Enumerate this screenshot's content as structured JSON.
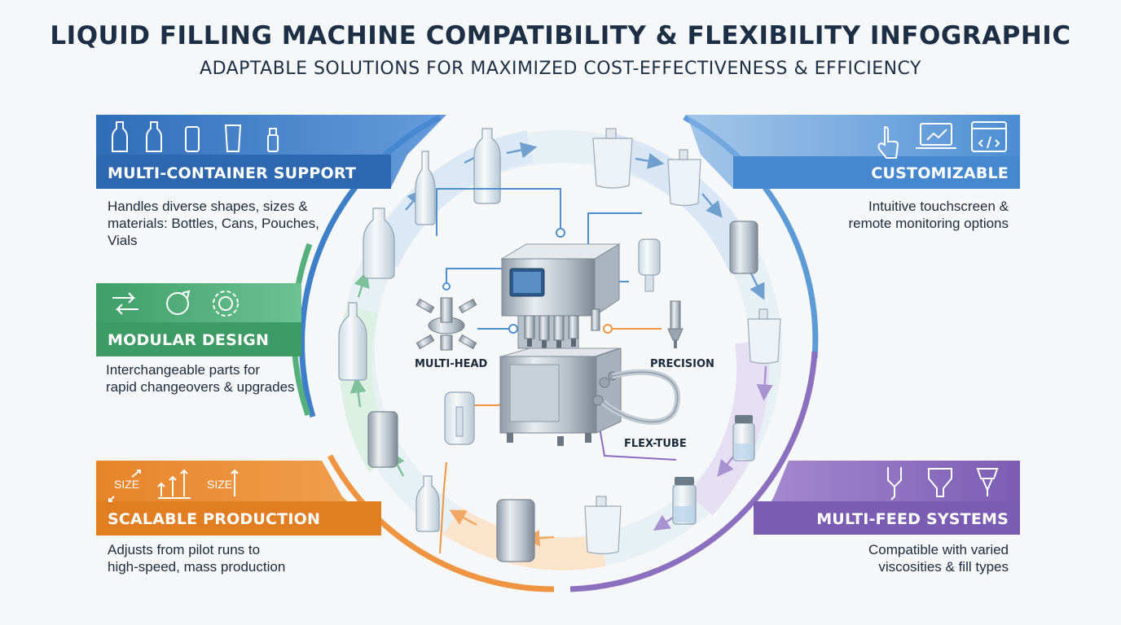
{
  "header": {
    "title": "LIQUID FILLING MACHINE COMPATIBILITY & FLEXIBILITY INFOGRAPHIC",
    "subtitle": "ADAPTABLE SOLUTIONS FOR MAXIMIZED COST-EFFECTIVENESS & EFFICIENCY"
  },
  "panels": {
    "multi_container": {
      "title": "MULTI-CONTAINER SUPPORT",
      "description": [
        "Handles diverse shapes, sizes &",
        "materials: Bottles, Cans, Pouches,",
        "Vials"
      ],
      "icons": [
        "bottle-icon",
        "bottle-icon",
        "can-icon",
        "pouch-icon",
        "vial-icon"
      ],
      "color": "#3a75c4"
    },
    "modular": {
      "title": "MODULAR DESIGN",
      "description": [
        "Interchangeable parts for",
        "rapid changeovers & upgrades"
      ],
      "icons": [
        "swap-arrows-icon",
        "refresh-icon",
        "gear-icon"
      ],
      "color": "#47a872"
    },
    "scalable": {
      "title": "SCALABLE PRODUCTION",
      "description": [
        "Adjusts from pilot runs to",
        "high-speed, mass production"
      ],
      "icons": [
        "size-expand-icon",
        "growth-arrows-icon",
        "size-up-icon"
      ],
      "icon_text": "SIZE",
      "color": "#e98a2e"
    },
    "custom_control": {
      "title": "CUSTOMIZABLE CONTROL",
      "description": [
        "Intuitive touchscreen &",
        "remote monitoring options"
      ],
      "icons": [
        "touch-icon",
        "monitor-chart-icon",
        "code-window-icon"
      ],
      "color": "#4f8fd0"
    },
    "multi_feed": {
      "title": "MULTI-FEED SYSTEMS",
      "description": [
        "Compatible with varied",
        "viscosities & fill types"
      ],
      "icons": [
        "nozzle-icon",
        "hopper-icon",
        "dispenser-icon"
      ],
      "color": "#8a6bbd"
    }
  },
  "machine_labels": {
    "multi_head": "MULTI-HEAD",
    "precision": "PRECISION",
    "flex_tube": "FLEX-TUBE"
  }
}
